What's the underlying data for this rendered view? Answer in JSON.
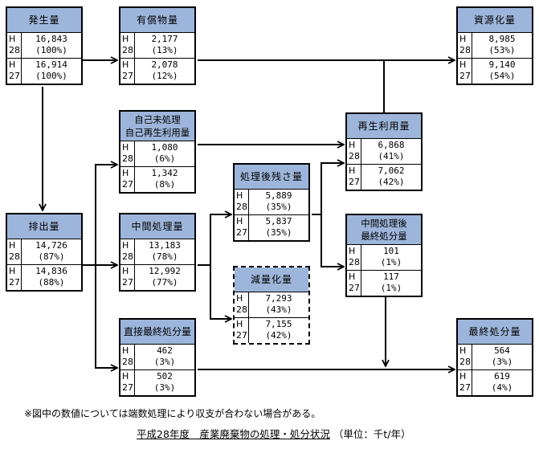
{
  "diagram": {
    "nodes": {
      "generation": {
        "label": "発生量",
        "rows": [
          {
            "year": [
              "H",
              "28"
            ],
            "value": "16,843",
            "pct": "(100%)"
          },
          {
            "year": [
              "H",
              "27"
            ],
            "value": "16,914",
            "pct": "(100%)"
          }
        ]
      },
      "valuables": {
        "label": "有償物量",
        "rows": [
          {
            "year": [
              "H",
              "28"
            ],
            "value": "2,177",
            "pct": "(13%)"
          },
          {
            "year": [
              "H",
              "27"
            ],
            "value": "2,078",
            "pct": "(12%)"
          }
        ]
      },
      "recycled_resources": {
        "label": "資源化量",
        "rows": [
          {
            "year": [
              "H",
              "28"
            ],
            "value": "8,985",
            "pct": "(53%)"
          },
          {
            "year": [
              "H",
              "27"
            ],
            "value": "9,140",
            "pct": "(54%)"
          }
        ]
      },
      "self_reuse": {
        "label_lines": [
          "自己未処理",
          "自己再生利用量"
        ],
        "rows": [
          {
            "year": [
              "H",
              "28"
            ],
            "value": "1,080",
            "pct": "(6%)"
          },
          {
            "year": [
              "H",
              "27"
            ],
            "value": "1,342",
            "pct": "(8%)"
          }
        ]
      },
      "recycling": {
        "label": "再生利用量",
        "rows": [
          {
            "year": [
              "H",
              "28"
            ],
            "value": "6,868",
            "pct": "(41%)"
          },
          {
            "year": [
              "H",
              "27"
            ],
            "value": "7,062",
            "pct": "(42%)"
          }
        ]
      },
      "residue": {
        "label": "処理後残さ量",
        "rows": [
          {
            "year": [
              "H",
              "28"
            ],
            "value": "5,889",
            "pct": "(35%)"
          },
          {
            "year": [
              "H",
              "27"
            ],
            "value": "5,837",
            "pct": "(35%)"
          }
        ]
      },
      "discharge": {
        "label": "排出量",
        "rows": [
          {
            "year": [
              "H",
              "28"
            ],
            "value": "14,726",
            "pct": "(87%)"
          },
          {
            "year": [
              "H",
              "27"
            ],
            "value": "14,836",
            "pct": "(88%)"
          }
        ]
      },
      "intermediate": {
        "label": "中間処理量",
        "rows": [
          {
            "year": [
              "H",
              "28"
            ],
            "value": "13,183",
            "pct": "(78%)"
          },
          {
            "year": [
              "H",
              "27"
            ],
            "value": "12,992",
            "pct": "(77%)"
          }
        ]
      },
      "post_final": {
        "label_lines": [
          "中間処理後",
          "最終処分量"
        ],
        "rows": [
          {
            "year": [
              "H",
              "28"
            ],
            "value": "101",
            "pct": "(1%)"
          },
          {
            "year": [
              "H",
              "27"
            ],
            "value": "117",
            "pct": "(1%)"
          }
        ]
      },
      "reduction": {
        "label": "減量化量",
        "rows": [
          {
            "year": [
              "H",
              "28"
            ],
            "value": "7,293",
            "pct": "(43%)"
          },
          {
            "year": [
              "H",
              "27"
            ],
            "value": "7,155",
            "pct": "(42%)"
          }
        ]
      },
      "direct_final": {
        "label": "直接最終処分量",
        "rows": [
          {
            "year": [
              "H",
              "28"
            ],
            "value": "462",
            "pct": "(3%)"
          },
          {
            "year": [
              "H",
              "27"
            ],
            "value": "502",
            "pct": "(3%)"
          }
        ]
      },
      "final_disposal": {
        "label": "最終処分量",
        "rows": [
          {
            "year": [
              "H",
              "28"
            ],
            "value": "564",
            "pct": "(3%)"
          },
          {
            "year": [
              "H",
              "27"
            ],
            "value": "619",
            "pct": "(4%)"
          }
        ]
      }
    },
    "edges": [
      [
        "generation",
        "valuables"
      ],
      [
        "generation",
        "discharge"
      ],
      [
        "valuables",
        "recycled_resources"
      ],
      [
        "discharge",
        "self_reuse"
      ],
      [
        "discharge",
        "intermediate"
      ],
      [
        "discharge",
        "direct_final"
      ],
      [
        "self_reuse",
        "recycling"
      ],
      [
        "intermediate",
        "residue"
      ],
      [
        "intermediate",
        "reduction"
      ],
      [
        "residue",
        "recycling"
      ],
      [
        "residue",
        "post_final"
      ],
      [
        "recycling",
        "recycled_resources"
      ],
      [
        "post_final",
        "final_disposal"
      ],
      [
        "direct_final",
        "final_disposal"
      ]
    ],
    "colors": {
      "header_fill": "#9db5da",
      "line": "#000000"
    }
  },
  "footer": {
    "note": "※図中の数値については端数処理により収支が合わない場合がある。",
    "caption_title": "平成28年度　産業廃棄物の処理・処分状況",
    "caption_unit": "（単位：千t/年）"
  }
}
